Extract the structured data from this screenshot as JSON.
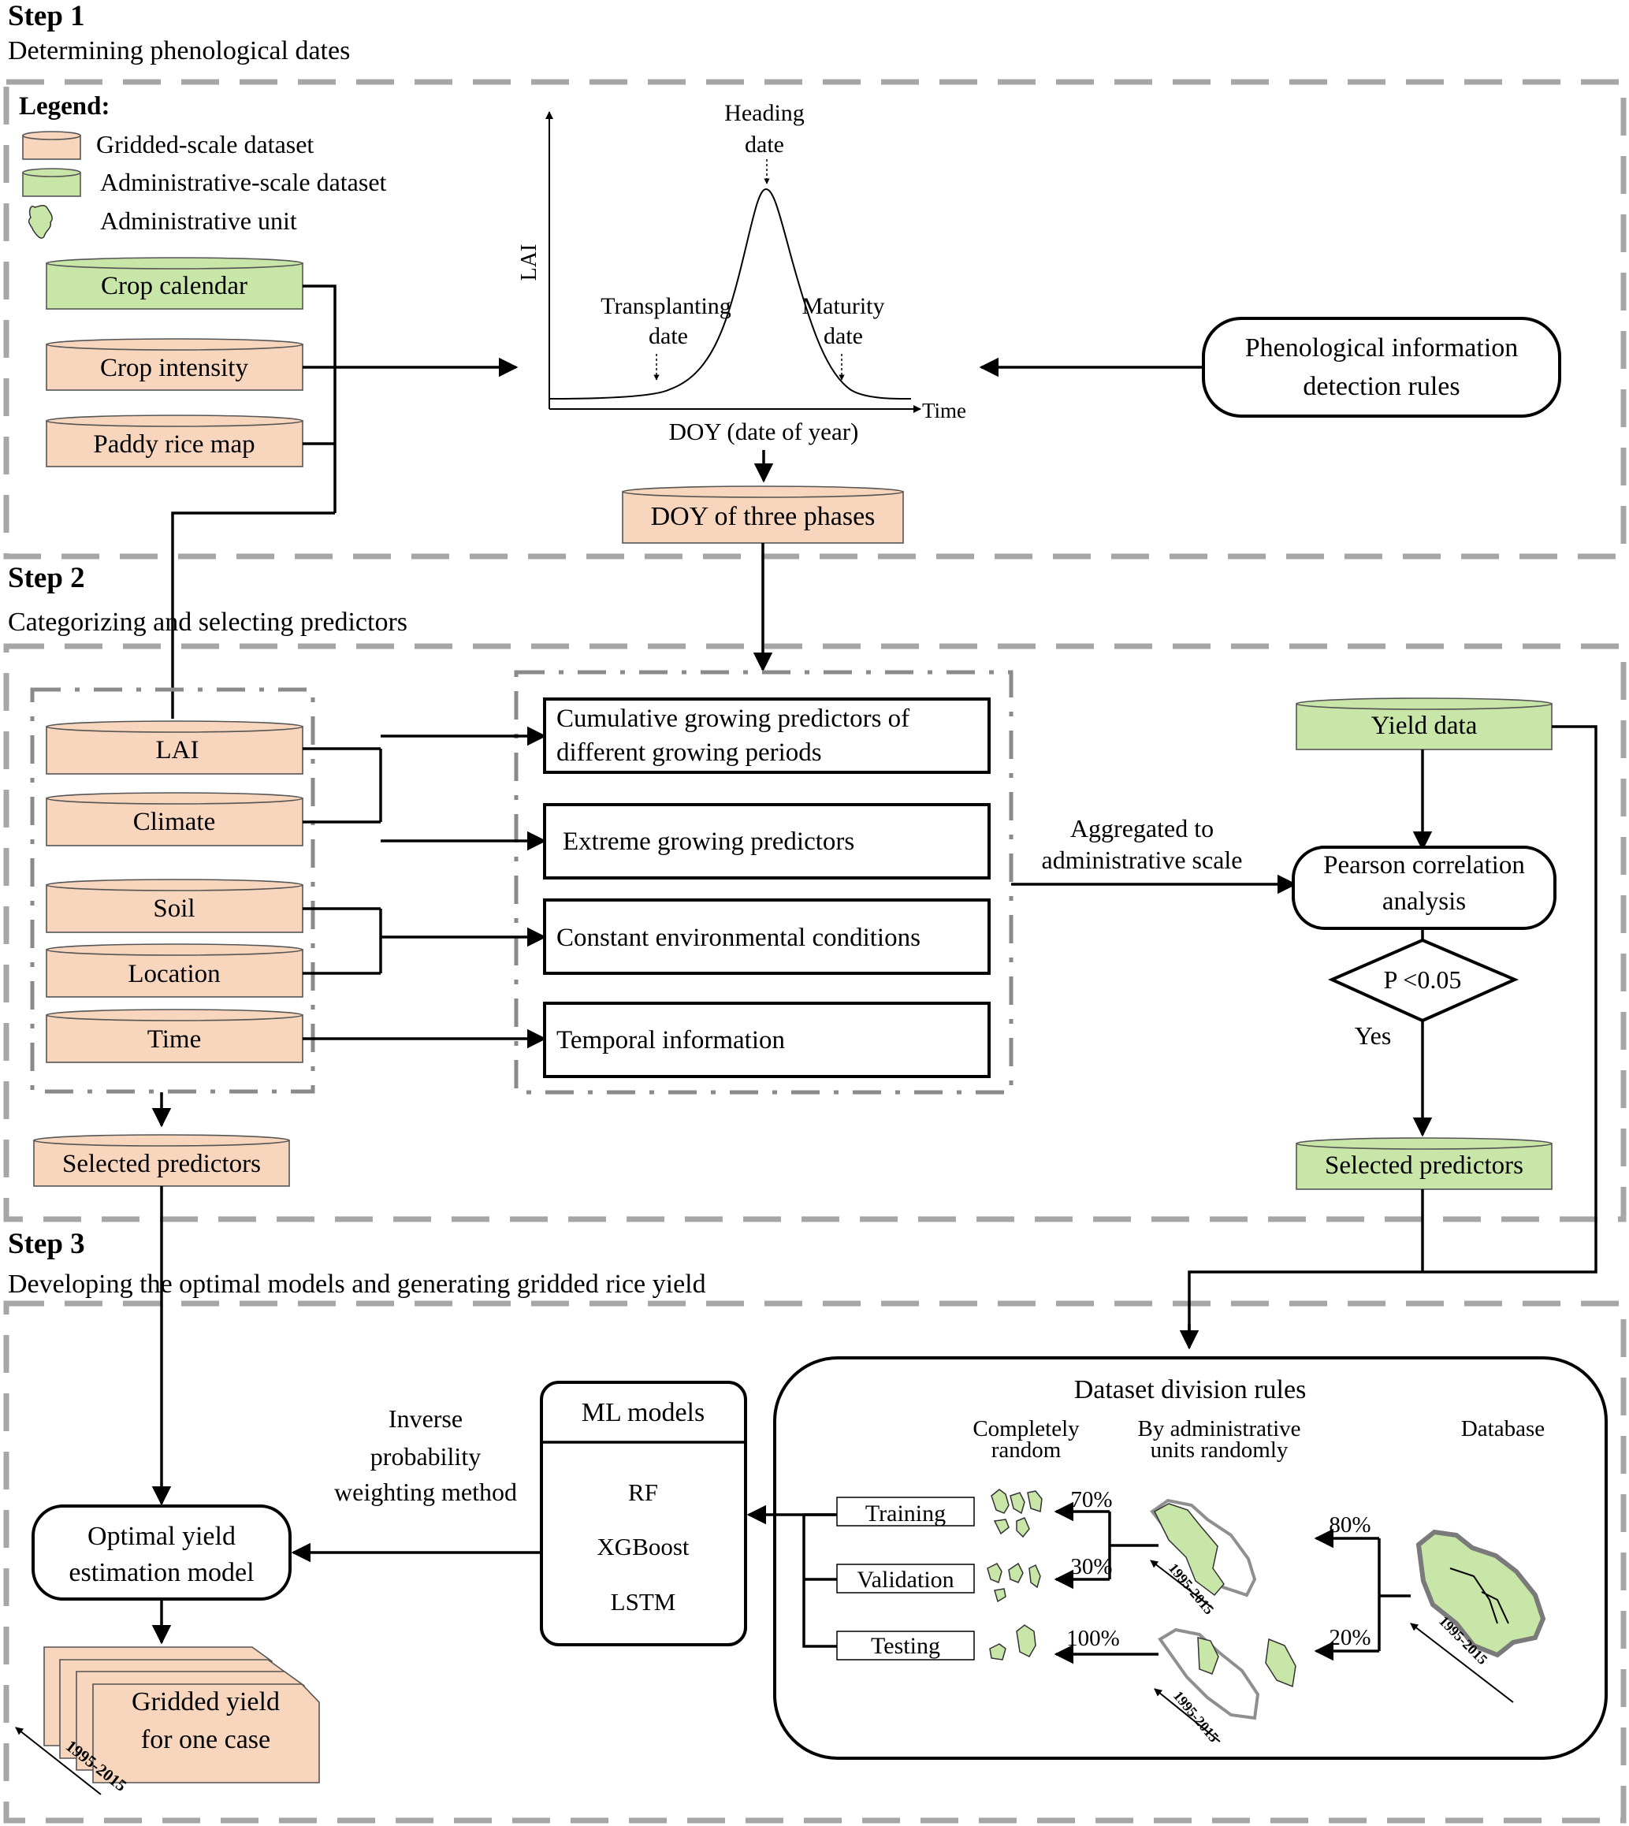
{
  "steps": [
    {
      "title": "Step 1",
      "subtitle": "Determining phenological dates"
    },
    {
      "title": "Step 2",
      "subtitle": "Categorizing and selecting predictors"
    },
    {
      "title": "Step 3",
      "subtitle": "Developing the optimal models and generating gridded rice yield"
    }
  ],
  "legend": {
    "title": "Legend:",
    "items": [
      {
        "label": "Gridded-scale dataset",
        "symbol": "peach-cylinder",
        "color": "#f8d5bd"
      },
      {
        "label": "Administrative-scale dataset",
        "symbol": "green-cylinder",
        "color": "#c8e6a8"
      },
      {
        "label": "Administrative unit",
        "symbol": "admin-unit-shape",
        "color": "#c8e6a8"
      }
    ]
  },
  "step1": {
    "inputs": [
      "Crop calendar",
      "Crop intensity",
      "Paddy rice map"
    ],
    "rules_box": [
      "Phenological information",
      "detection rules"
    ],
    "output": "DOY of three phases",
    "lai_chart": {
      "ylabel": "LAI",
      "xlabel": "DOY (date of year)",
      "x_axis_end_label": "Time",
      "annotations": [
        {
          "lines": [
            "Heading",
            "date"
          ]
        },
        {
          "lines": [
            "Transplanting",
            "date"
          ]
        },
        {
          "lines": [
            "Maturity",
            "date"
          ]
        }
      ]
    }
  },
  "step2": {
    "gridded_inputs": [
      "LAI",
      "Climate",
      "Soil",
      "Location",
      "Time"
    ],
    "categories": [
      [
        "Cumulative growing predictors of",
        "different growing periods"
      ],
      [
        "Extreme  growing predictors"
      ],
      [
        "Constant environmental conditions"
      ],
      [
        "Temporal information"
      ]
    ],
    "aggregate_label": [
      "Aggregated to",
      "administrative scale"
    ],
    "yield_data": "Yield data",
    "pearson_box": [
      "Pearson correlation",
      "analysis"
    ],
    "decision": "P <0.05",
    "yes_label": "Yes",
    "selected_admin": "Selected predictors",
    "selected_grid": "Selected predictors"
  },
  "step3": {
    "optimal_model": [
      "Optimal yield",
      "estimation model"
    ],
    "ipw_label": [
      "Inverse",
      "probability",
      "weighting  method"
    ],
    "ml_models": {
      "title": "ML models",
      "items": [
        "RF",
        "XGBoost",
        "LSTM"
      ]
    },
    "gridded_output": [
      "Gridded yield",
      "for one case"
    ],
    "year_range": "1995-2015",
    "division": {
      "title": "Dataset division rules",
      "col_random": [
        "Completely",
        "random"
      ],
      "col_admin": [
        "By administrative",
        "units randomly"
      ],
      "col_database": "Database",
      "sets": [
        "Training",
        "Validation",
        "Testing"
      ],
      "percents": {
        "training": "70%",
        "validation": "30%",
        "testing": "100%",
        "split_train": "80%",
        "split_test": "20%"
      }
    }
  }
}
